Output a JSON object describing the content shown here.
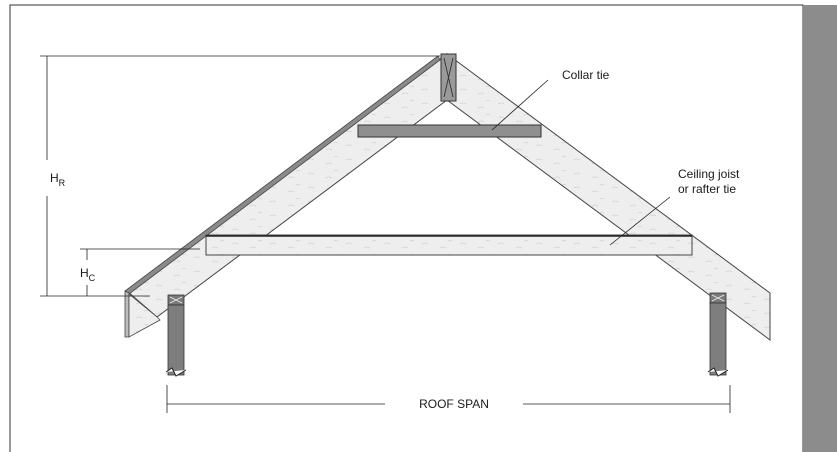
{
  "labels": {
    "collar_tie": "Collar tie",
    "ceiling_joist_line1": "Ceiling joist",
    "ceiling_joist_line2": "or rafter tie",
    "roof_span": "ROOF SPAN"
  },
  "dimensions": {
    "roof_height": {
      "letter": "H",
      "subscript": "R"
    },
    "ceiling_height": {
      "letter": "H",
      "subscript": "C"
    }
  },
  "colors": {
    "lumber_fill": "#eeeeee",
    "dark_member": "#8a8a8a",
    "side_bar": "#8c8c8c",
    "frame_line": "#333333"
  }
}
